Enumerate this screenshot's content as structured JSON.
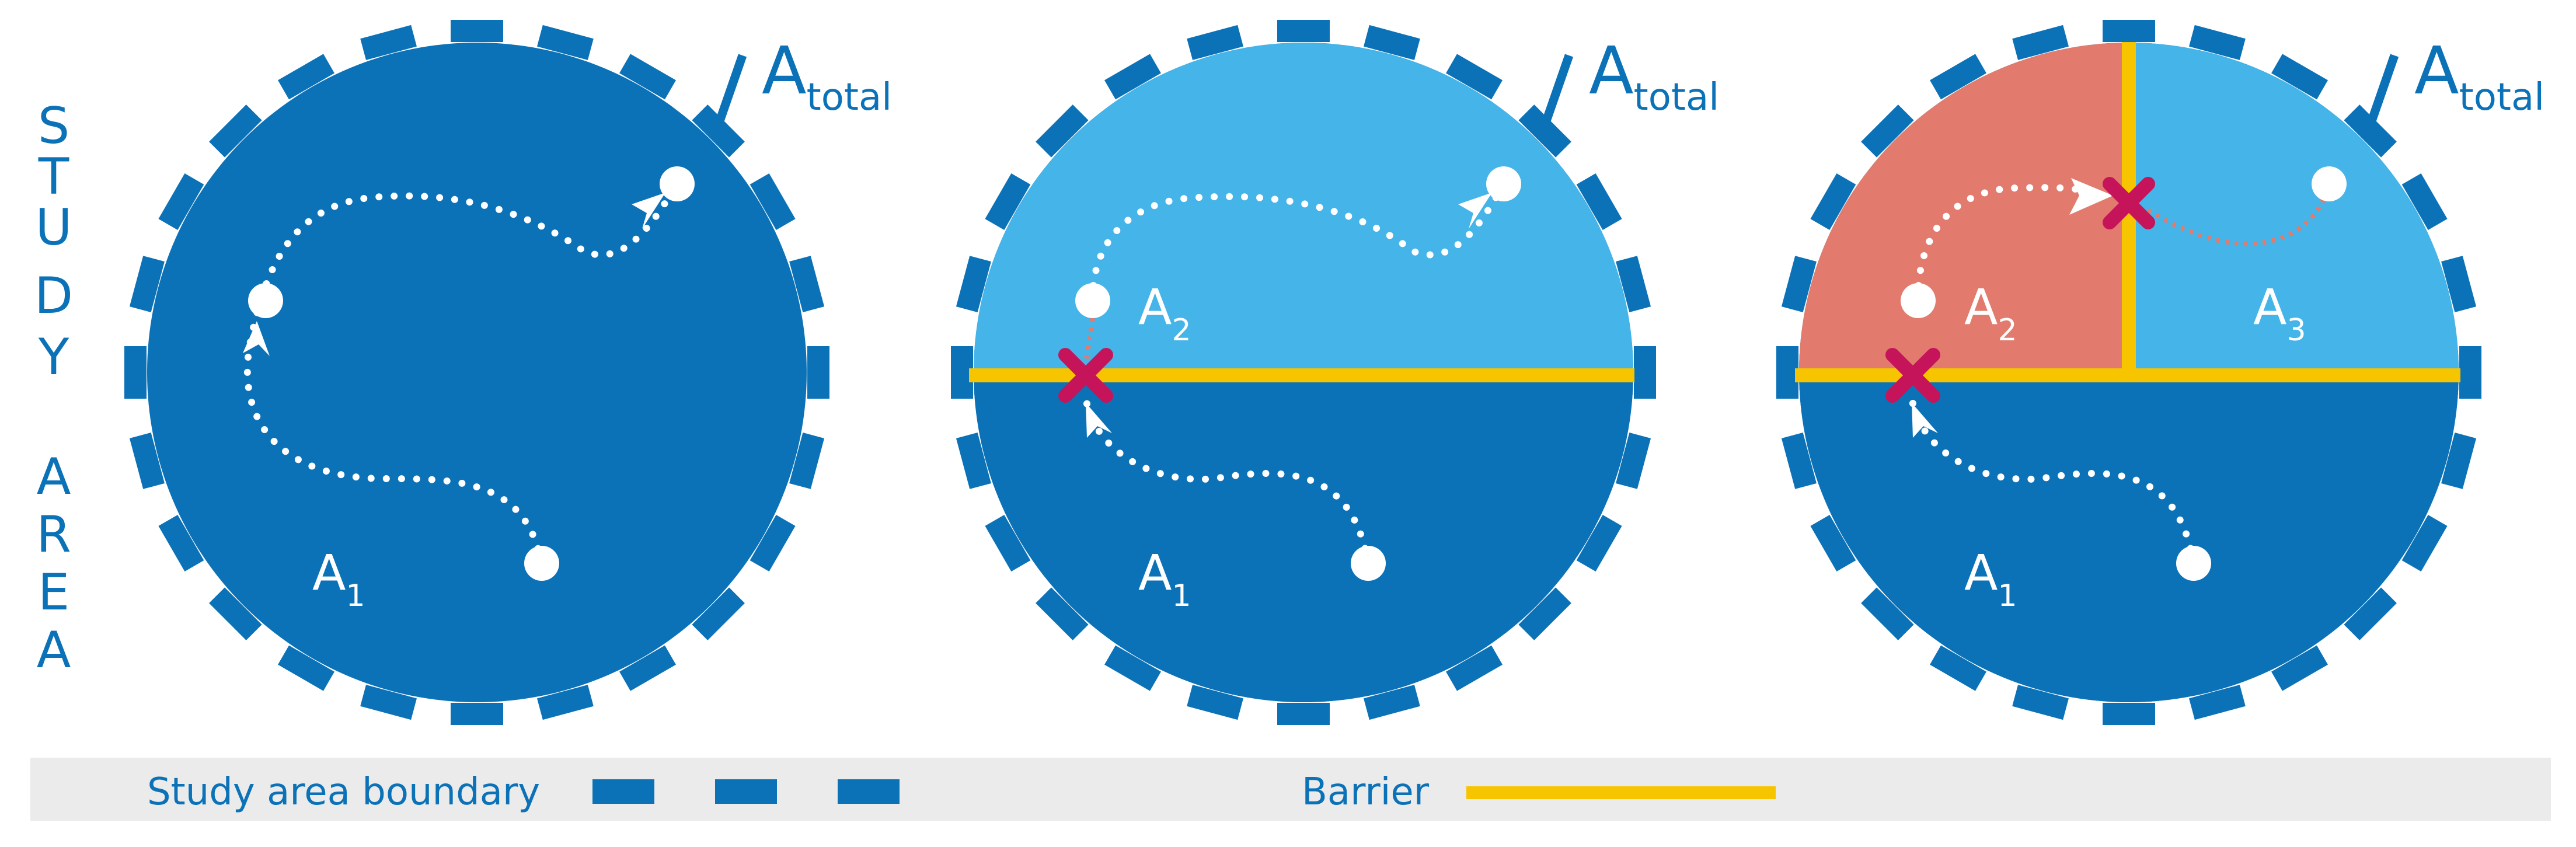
{
  "side_label": {
    "word1": "STUDY",
    "word2": "AREA"
  },
  "area_labels": {
    "a_symbol": "A",
    "sub1": "1",
    "sub2": "2",
    "sub3": "3",
    "total_sub": "total"
  },
  "legend": {
    "boundary_label": "Study area boundary",
    "barrier_label": "Barrier"
  },
  "colors": {
    "boundary_blue": "#0c72b8",
    "light_blue": "#45b4e8",
    "salmon": "#e27b6d",
    "barrier_yellow": "#f7c500",
    "cross_magenta": "#c5145a",
    "legend_bg": "#ebebeb"
  }
}
